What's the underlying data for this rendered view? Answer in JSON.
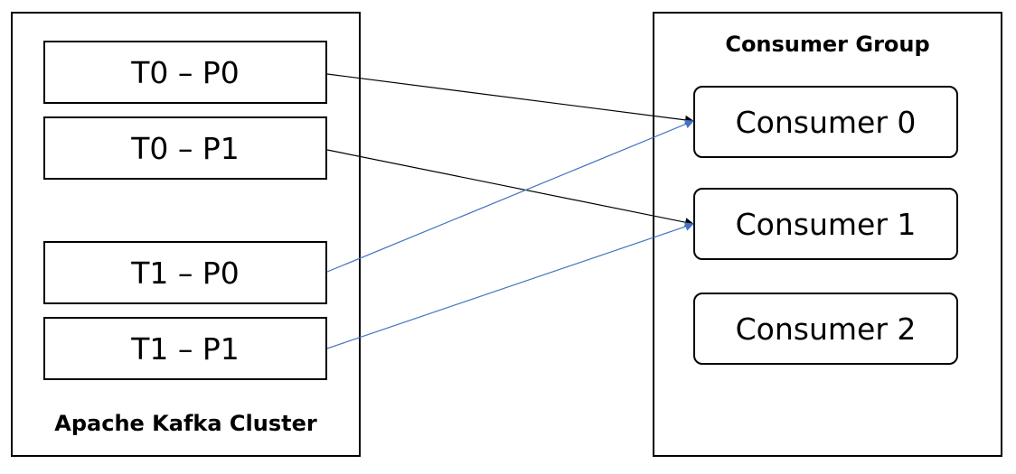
{
  "cluster": {
    "label": "Apache Kafka Cluster",
    "partitions": [
      {
        "label": "T0 – P0",
        "topic": "T0",
        "assigned_to": "Consumer 0"
      },
      {
        "label": "T0 – P1",
        "topic": "T0",
        "assigned_to": "Consumer 1"
      },
      {
        "label": "T1 – P0",
        "topic": "T1",
        "assigned_to": "Consumer 0"
      },
      {
        "label": "T1 – P1",
        "topic": "T1",
        "assigned_to": "Consumer 1"
      }
    ]
  },
  "consumer_group": {
    "label": "Consumer Group",
    "consumers": [
      {
        "label": "Consumer 0"
      },
      {
        "label": "Consumer 1"
      },
      {
        "label": "Consumer 2"
      }
    ]
  },
  "colors": {
    "topic_T0_arrow": "#000000",
    "topic_T1_arrow": "#4472C4",
    "border": "#000000"
  }
}
